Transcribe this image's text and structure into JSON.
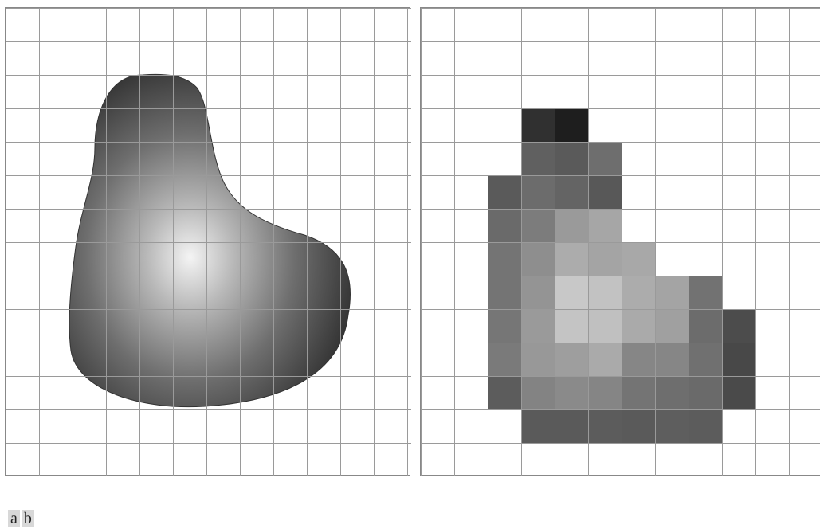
{
  "figure": {
    "subfigure_labels": [
      "a",
      "b"
    ],
    "panel_a": {
      "content": "continuous-image-on-sensor-grid",
      "grid_lines": "#9a9a9a"
    },
    "panel_b": {
      "content": "sampled-quantized-image",
      "cells": [
        [
          3,
          3,
          "#303030"
        ],
        [
          3,
          4,
          "#1e1e1e"
        ],
        [
          4,
          3,
          "#606060"
        ],
        [
          4,
          4,
          "#5a5a5a"
        ],
        [
          4,
          5,
          "#6e6e6e"
        ],
        [
          5,
          2,
          "#5a5a5a"
        ],
        [
          5,
          3,
          "#6c6c6c"
        ],
        [
          5,
          4,
          "#646464"
        ],
        [
          5,
          5,
          "#585858"
        ],
        [
          6,
          2,
          "#6a6a6a"
        ],
        [
          6,
          3,
          "#7c7c7c"
        ],
        [
          6,
          4,
          "#9a9a9a"
        ],
        [
          6,
          5,
          "#a6a6a6"
        ],
        [
          7,
          2,
          "#747474"
        ],
        [
          7,
          3,
          "#8e8e8e"
        ],
        [
          7,
          4,
          "#acacac"
        ],
        [
          7,
          5,
          "#a4a4a4"
        ],
        [
          7,
          6,
          "#a8a8a8"
        ],
        [
          8,
          2,
          "#747474"
        ],
        [
          8,
          3,
          "#949494"
        ],
        [
          8,
          4,
          "#c8c8c8"
        ],
        [
          8,
          5,
          "#c2c2c2"
        ],
        [
          8,
          6,
          "#acacac"
        ],
        [
          8,
          7,
          "#a4a4a4"
        ],
        [
          8,
          8,
          "#727272"
        ],
        [
          9,
          2,
          "#767676"
        ],
        [
          9,
          3,
          "#9a9a9a"
        ],
        [
          9,
          4,
          "#c4c4c4"
        ],
        [
          9,
          5,
          "#c0c0c0"
        ],
        [
          9,
          6,
          "#aaaaaa"
        ],
        [
          9,
          7,
          "#a0a0a0"
        ],
        [
          9,
          8,
          "#6c6c6c"
        ],
        [
          9,
          9,
          "#4c4c4c"
        ],
        [
          10,
          2,
          "#7a7a7a"
        ],
        [
          10,
          3,
          "#989898"
        ],
        [
          10,
          4,
          "#9e9e9e"
        ],
        [
          10,
          5,
          "#aaaaaa"
        ],
        [
          10,
          6,
          "#868686"
        ],
        [
          10,
          7,
          "#868686"
        ],
        [
          10,
          8,
          "#707070"
        ],
        [
          10,
          9,
          "#484848"
        ],
        [
          11,
          2,
          "#5c5c5c"
        ],
        [
          11,
          3,
          "#838383"
        ],
        [
          11,
          4,
          "#8a8a8a"
        ],
        [
          11,
          5,
          "#858585"
        ],
        [
          11,
          6,
          "#747474"
        ],
        [
          11,
          7,
          "#6e6e6e"
        ],
        [
          11,
          8,
          "#6a6a6a"
        ],
        [
          11,
          9,
          "#4a4a4a"
        ],
        [
          12,
          3,
          "#5a5a5a"
        ],
        [
          12,
          4,
          "#5a5a5a"
        ],
        [
          12,
          5,
          "#5c5c5c"
        ],
        [
          12,
          6,
          "#5a5a5a"
        ],
        [
          12,
          7,
          "#5e5e5e"
        ],
        [
          12,
          8,
          "#5c5c5c"
        ]
      ]
    }
  }
}
